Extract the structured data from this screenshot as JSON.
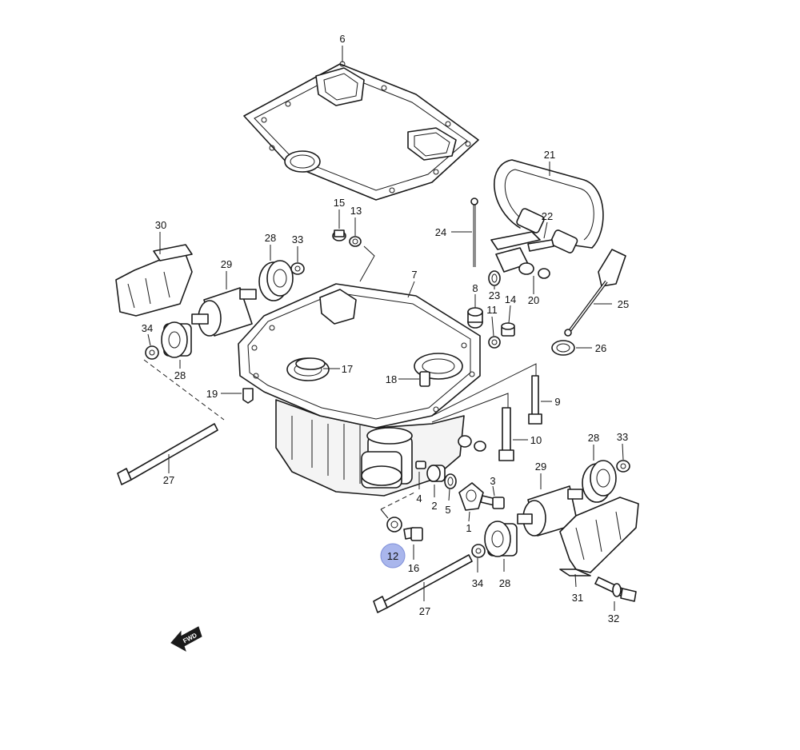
{
  "callouts": {
    "c1": "1",
    "c2": "2",
    "c3": "3",
    "c4": "4",
    "c5": "5",
    "c6": "6",
    "c7": "7",
    "c8": "8",
    "c9": "9",
    "c10": "10",
    "c11": "11",
    "c12": "12",
    "c13": "13",
    "c14": "14",
    "c15": "15",
    "c16": "16",
    "c17": "17",
    "c18": "18",
    "c19": "19",
    "c20": "20",
    "c21": "21",
    "c22": "22",
    "c23": "23",
    "c24": "24",
    "c25": "25",
    "c26": "26",
    "c27a": "27",
    "c27b": "27",
    "c28a": "28",
    "c28b": "28",
    "c28c": "28",
    "c28d": "28",
    "c29a": "29",
    "c29b": "29",
    "c30": "30",
    "c31": "31",
    "c32": "32",
    "c33a": "33",
    "c33b": "33",
    "c34a": "34",
    "c34b": "34"
  },
  "highlight": {
    "callout": "12",
    "color": "#a9b6ec"
  },
  "fwd_marker": {
    "text": "FWD",
    "icon": "forward-arrow-icon"
  }
}
